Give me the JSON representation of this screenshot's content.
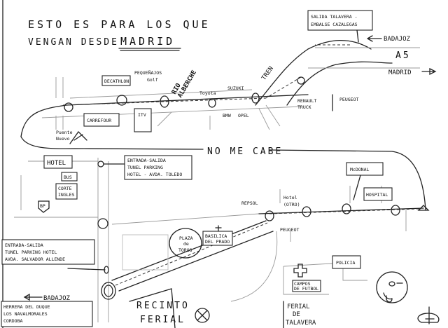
{
  "title": {
    "line1": "ESTO ES PARA LOS QUE",
    "line2": "VENGAN DESDE",
    "highlight": "MADRID"
  },
  "labels": {
    "salida_l1": "SALIDA TALAVERA -",
    "salida_l2": "EMBALSE CAZALEGAS",
    "badajoz_top": "BADAJOZ",
    "a5": "A5",
    "madrid": "MADRID",
    "decathlon": "DECATHLON",
    "pequenajos_l1": "PEQUEÑAJOS",
    "pequenajos_l2": "Golf",
    "rio_l1": "RIO",
    "rio_l2": "ALBERCHE",
    "toyota": "Toyota",
    "suzuki": "SUZUKI",
    "tren": "TREN",
    "renault_l1": "RENAULT",
    "renault_l2": "TRUCK",
    "peugeot_top": "PEUGEOT",
    "carrefour": "CARREFOUR",
    "itv": "ITV",
    "bmw": "BMW",
    "opel": "OPEL",
    "puente_l1": "Puente",
    "puente_l2": "Nuevo",
    "no_me_cabe": "NO ME CABE",
    "hotel": "HOTEL",
    "bus": "BUS",
    "corte_l1": "CORTE",
    "corte_l2": "INGLES",
    "bp": "BP",
    "tunel1_l1": "ENTRADA-SALIDA",
    "tunel1_l2": "TUNEL PARKING",
    "tunel1_l3": "HOTEL - AVDA. TOLEDO",
    "mcdonald": "McDONAL",
    "hospital": "HOSPITAL",
    "repsol": "REPSOL",
    "hotel_otro_l1": "Hotel",
    "hotel_otro_l2": "(OTRO)",
    "peugeot_bottom": "PEUGEOT",
    "basilica_l1": "BASILICA",
    "basilica_l2": "DEL PRADO",
    "toros_l1": "PLAZA",
    "toros_l2": "de",
    "toros_l3": "TOROS",
    "tunel2_l1": "ENTRADA-SALIDA",
    "tunel2_l2": "TUNEL PARKING HOTEL",
    "tunel2_l3": "AVDA. SALVADOR ALLENDE",
    "badajoz_bottom": "BADAJOZ",
    "herrera_l1": "HERRERA DEL DUQUE",
    "herrera_l2": "LOS NAVALMORALES",
    "herrera_l3": "CORDOBA",
    "recinto_l1": "RECINTO",
    "recinto_l2": "FERIAL",
    "policia": "POLICIA",
    "campos_l1": "CAMPOS",
    "campos_l2": "DE FUTBOL",
    "ferial_l1": "FERIAL",
    "ferial_l2": "DE",
    "ferial_l3": "TALAVERA"
  }
}
